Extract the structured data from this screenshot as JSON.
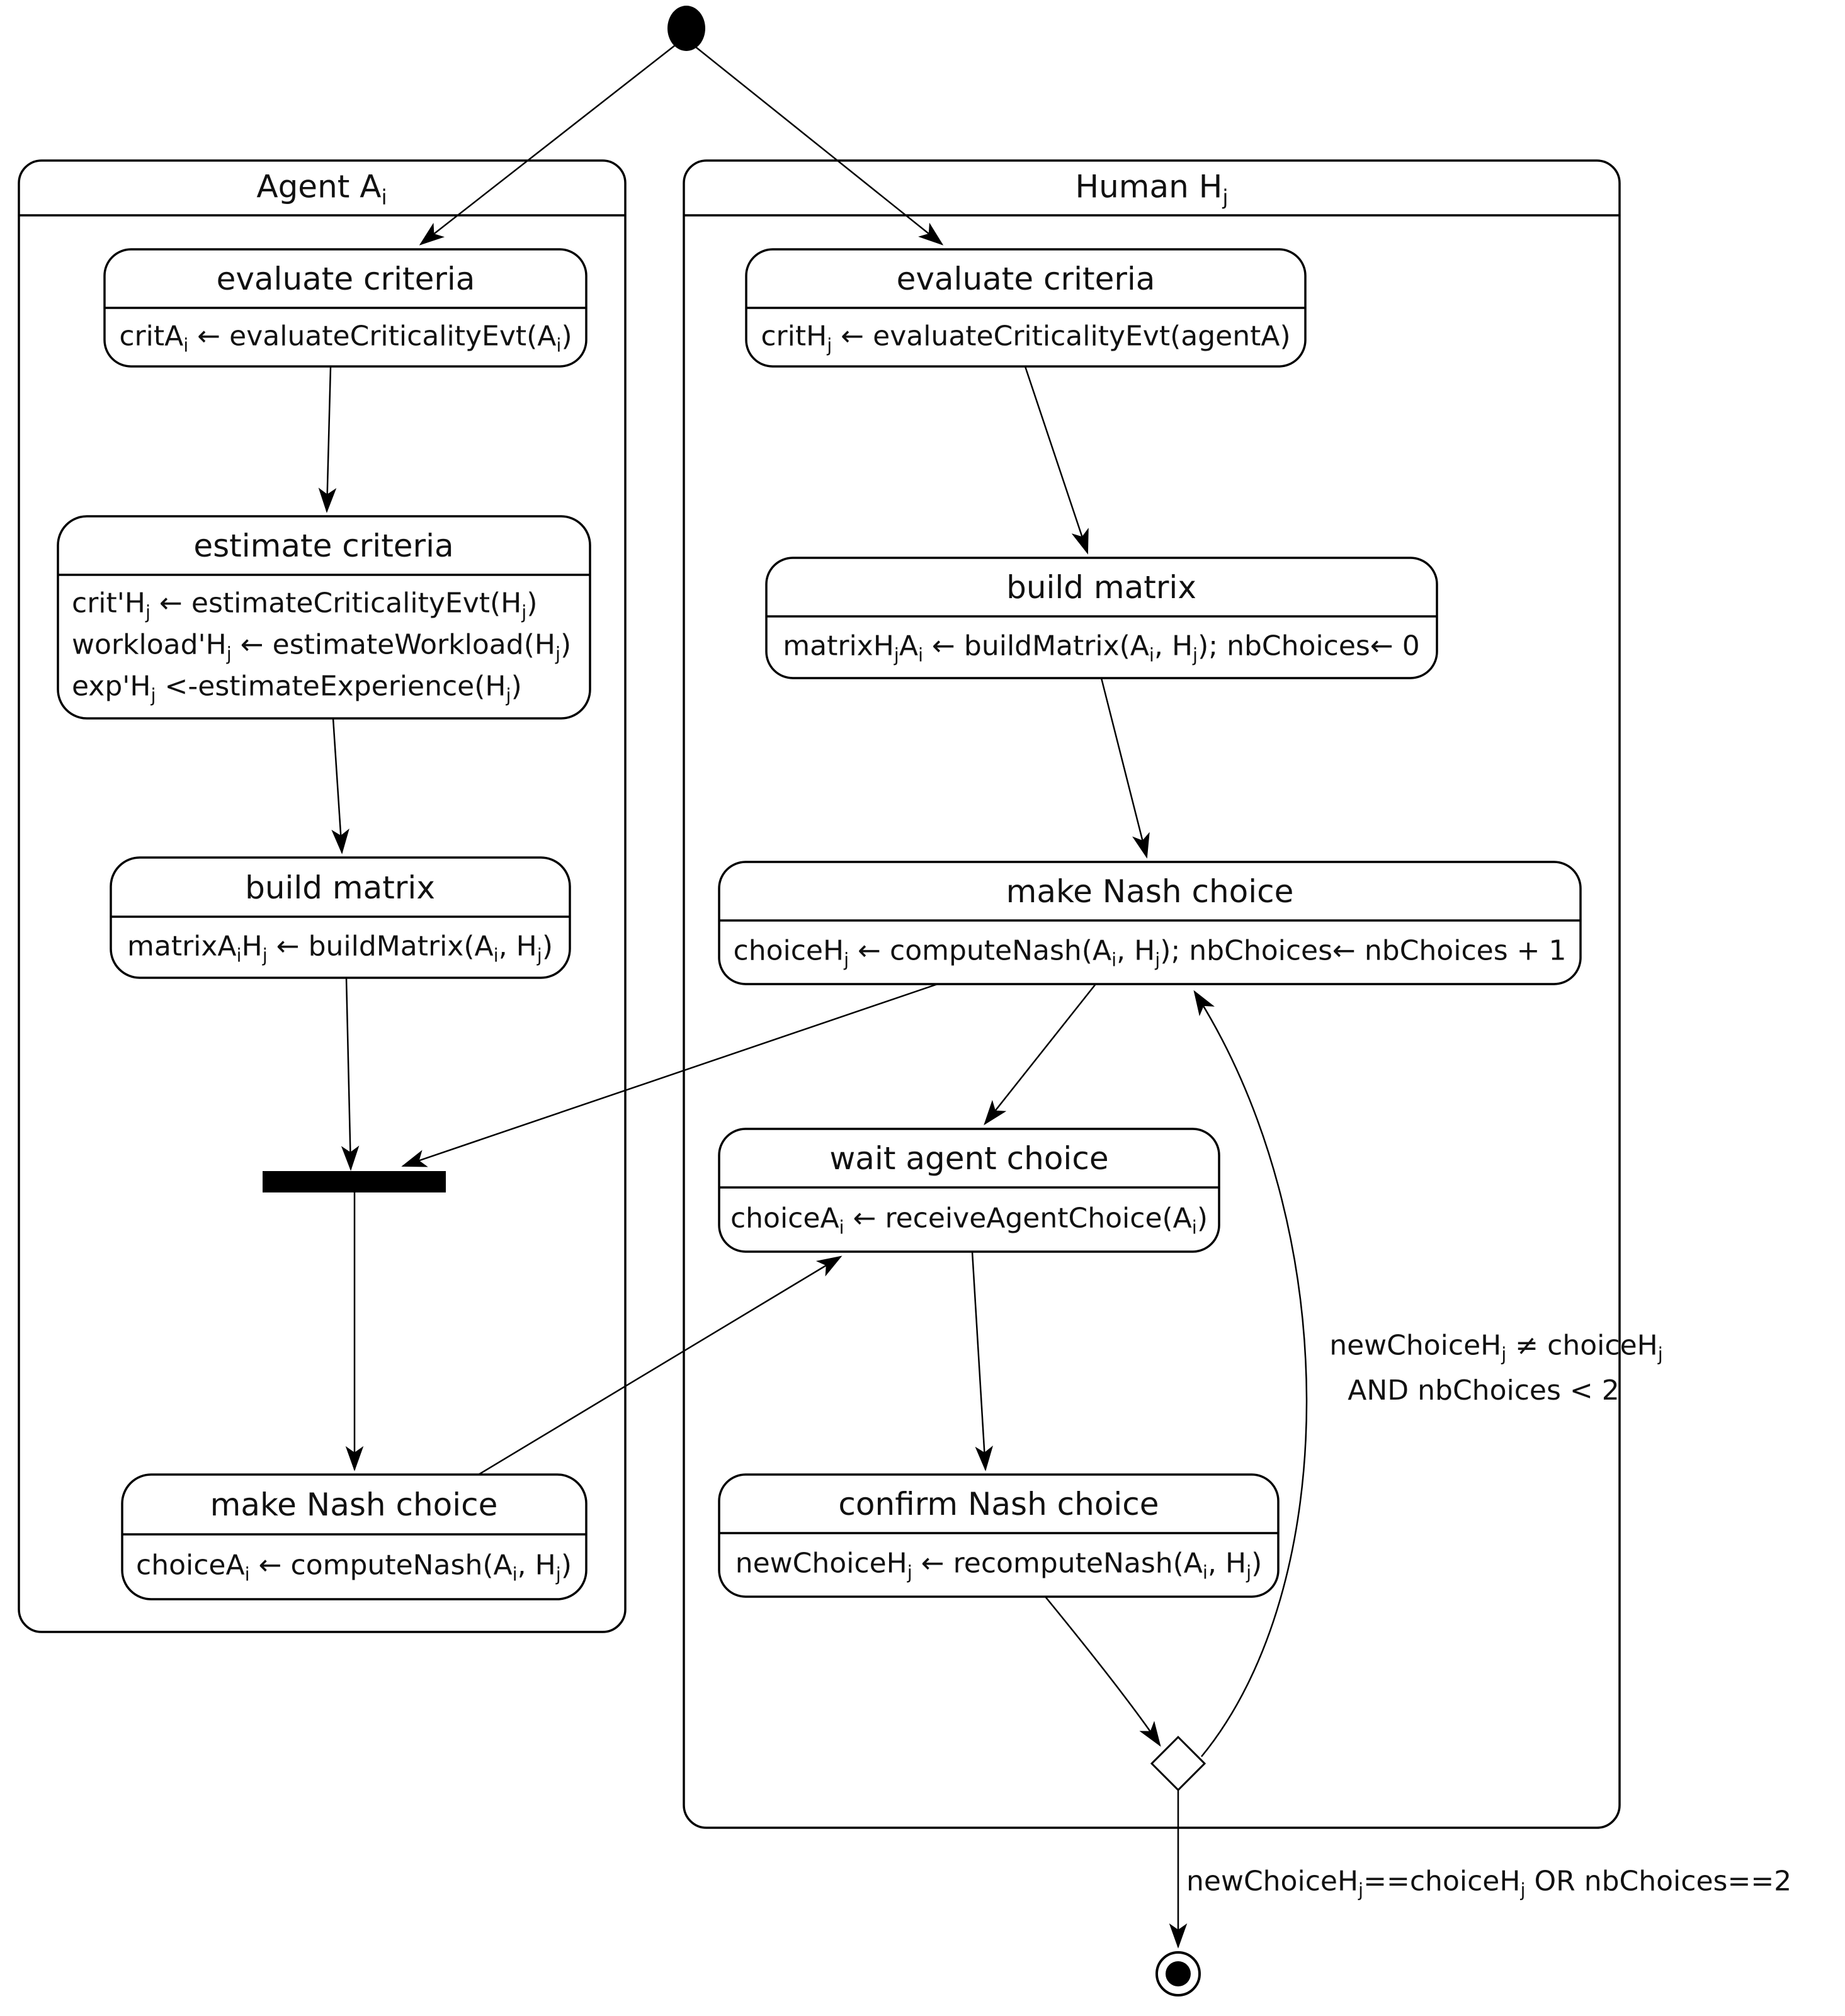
{
  "diagram": {
    "lanes": [
      {
        "title": "Agent A_{i}"
      },
      {
        "title": "Human H_{j}"
      }
    ],
    "nodes": {
      "agent_evaluate": {
        "title": "evaluate criteria",
        "body": [
          "critA_{i} ← evaluateCriticalityEvt(A_{i})"
        ]
      },
      "agent_estimate": {
        "title": "estimate criteria",
        "body": [
          "crit'H_{j} ← estimateCriticalityEvt(H_{j})",
          "workload'H_{j} ← estimateWorkload(H_{j})",
          "exp'H_{j} <-estimateExperience(H_{j})"
        ]
      },
      "agent_build": {
        "title": "build matrix",
        "body": [
          "matrixA_{i}H_{j} ← buildMatrix(A_{i}, H_{j})"
        ]
      },
      "agent_nash": {
        "title": "make Nash choice",
        "body": [
          "choiceA_{i} ← computeNash(A_{i}, H_{j})"
        ]
      },
      "human_evaluate": {
        "title": "evaluate criteria",
        "body": [
          "critH_{j} ← evaluateCriticalityEvt(agentA)"
        ]
      },
      "human_build": {
        "title": "build matrix",
        "body": [
          "matrixH_{j}A_{i} ← buildMatrix(A_{i}, H_{j}); nbChoices← 0"
        ]
      },
      "human_nash": {
        "title": "make Nash choice",
        "body": [
          "choiceH_{j} ← computeNash(A_{i}, H_{j}); nbChoices← nbChoices + 1"
        ]
      },
      "human_wait": {
        "title": "wait agent choice",
        "body": [
          "choiceA_{i} ← receiveAgentChoice(A_{i})"
        ]
      },
      "human_confirm": {
        "title": "confirm Nash choice",
        "body": [
          "newChoiceH_{j} ← recomputeNash(A_{i}, H_{j})"
        ]
      }
    },
    "edge_labels": {
      "loop_line1": "newChoiceH_{j} ≠ choiceH_{j}",
      "loop_line2": "AND nbChoices < 2",
      "exit": "newChoiceH_{j}==choiceH_{j} OR nbChoices==2"
    }
  }
}
